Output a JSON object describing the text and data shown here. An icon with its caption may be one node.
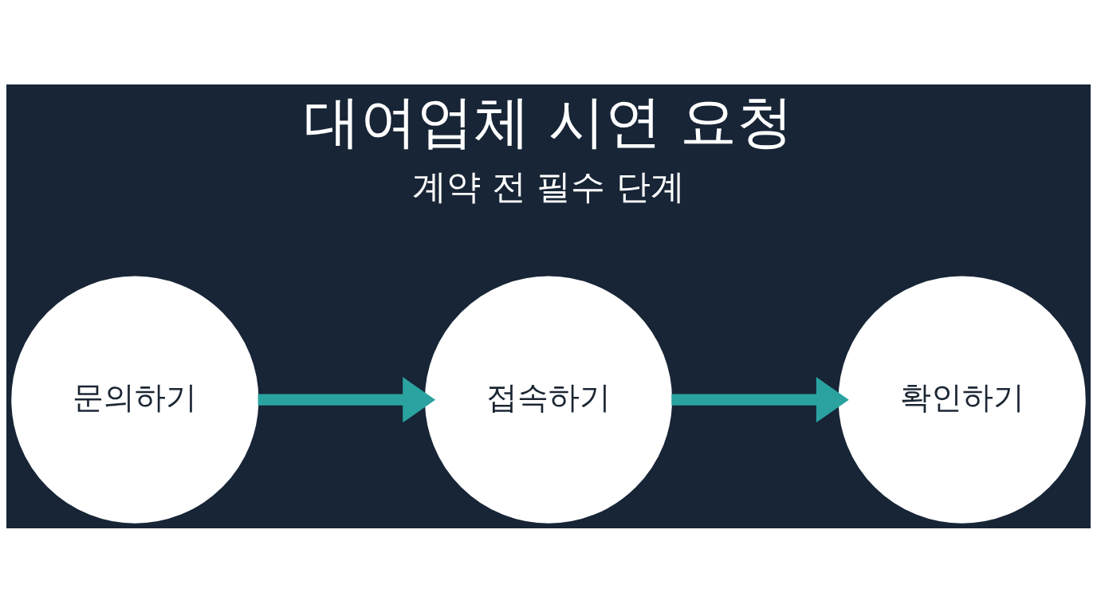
{
  "diagram": {
    "title": "대여업체 시연 요청",
    "nodes": [
      {
        "text": [
          "문의하기"
        ]
      },
      {
        "text": [
          "접속하기"
        ]
      },
      {
        "text": [
          "확인하기"
        ]
      }
    ],
    "edges": [
      {
        "from": 0,
        "to": 1,
        "arrow": "to"
      },
      {
        "from": 1,
        "to": 2,
        "arrow": "to"
      }
    ],
    "labels": [
      "계약 전 필수 단계"
    ]
  }
}
